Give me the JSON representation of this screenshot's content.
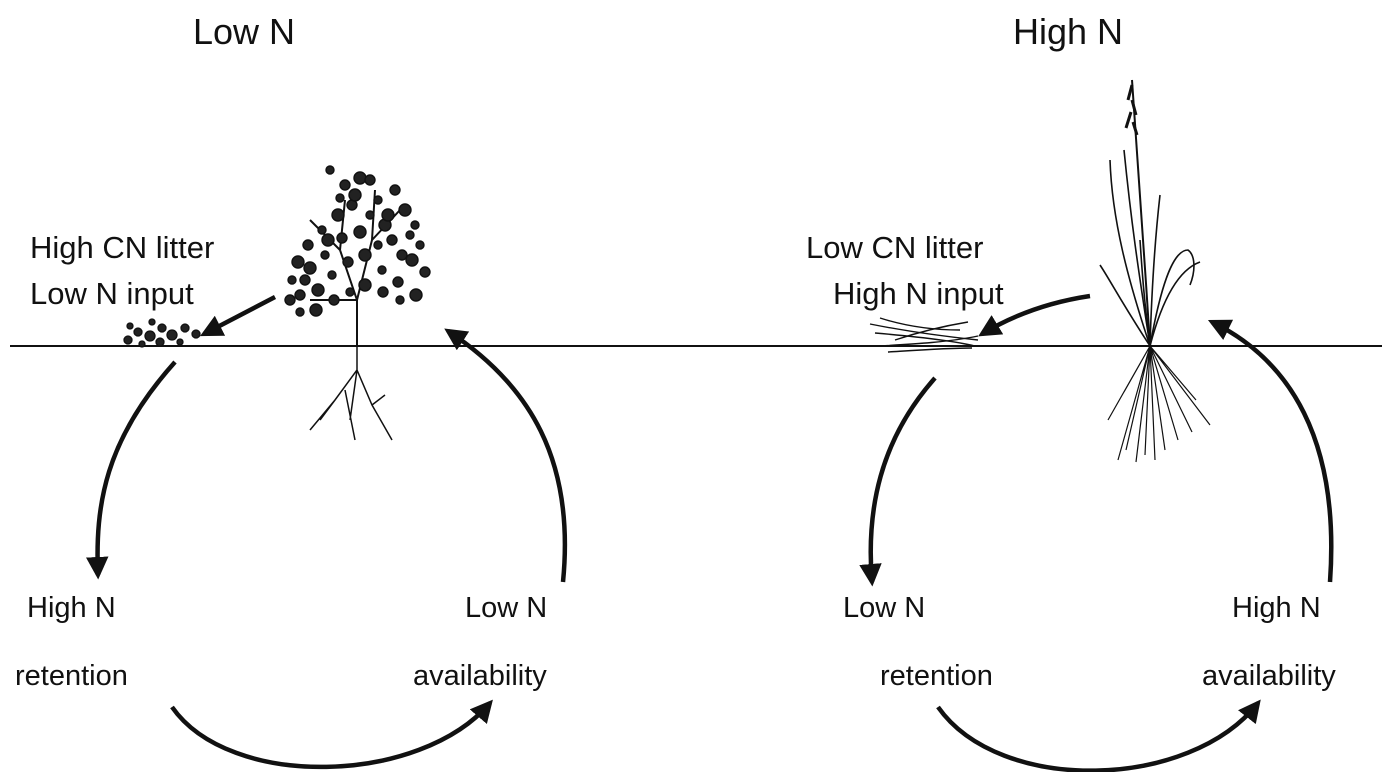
{
  "colors": {
    "ink": "#111111",
    "background": "#ffffff"
  },
  "left_panel": {
    "title": "Low N",
    "litter_line1": "High CN litter",
    "litter_line2": "Low N input",
    "retention_level": "High N",
    "retention_word": "retention",
    "availability_level": "Low N",
    "availability_word": "availability",
    "plant_icon": "shrub-icon",
    "litter_icon": "leaf-litter-icon"
  },
  "right_panel": {
    "title": "High N",
    "litter_line1": "Low CN litter",
    "litter_line2": "High N input",
    "retention_level": "Low N",
    "retention_word": "retention",
    "availability_level": "High N",
    "availability_word": "availability",
    "plant_icon": "grass-icon",
    "litter_icon": "grass-litter-icon"
  }
}
